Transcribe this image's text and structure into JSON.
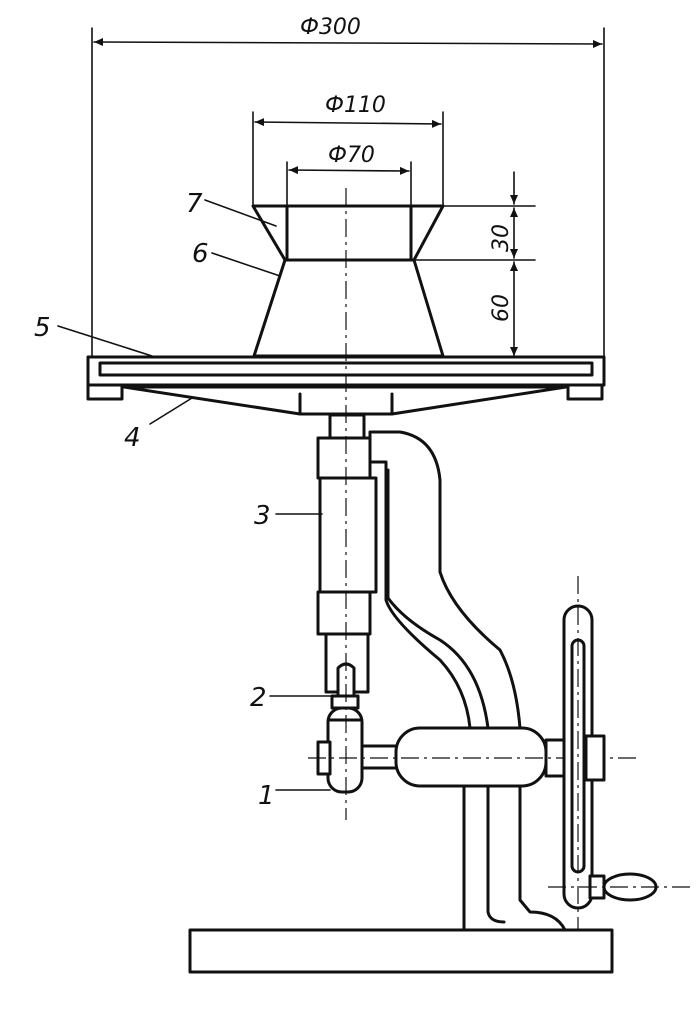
{
  "dimensions": {
    "outer_diameter": "Ф300",
    "top_diameter": "Ф110",
    "inner_diameter": "Ф70",
    "top_height": "30",
    "base_height": "60"
  },
  "parts": [
    "1",
    "2",
    "3",
    "4",
    "5",
    "6",
    "7"
  ]
}
